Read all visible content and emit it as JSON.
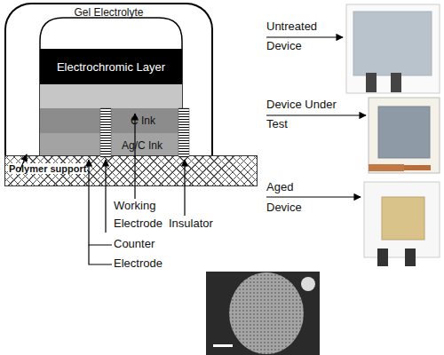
{
  "diagram": {
    "nodes": [
      {
        "text": [
          "Gel Electrolyte"
        ]
      },
      {
        "text": [
          "Electrochromic Layer"
        ],
        "in": 0
      },
      {
        "text": [
          "C Ink"
        ],
        "in": 0
      },
      {
        "text": [
          "Ag/C Ink"
        ],
        "in": 0
      },
      {
        "text": [
          "Polymer support"
        ]
      }
    ],
    "labels": [
      "Working Electrode",
      "Insulator",
      "Counter Electrode",
      "Untreated Device",
      "Device Under Test",
      "Aged Device"
    ]
  }
}
